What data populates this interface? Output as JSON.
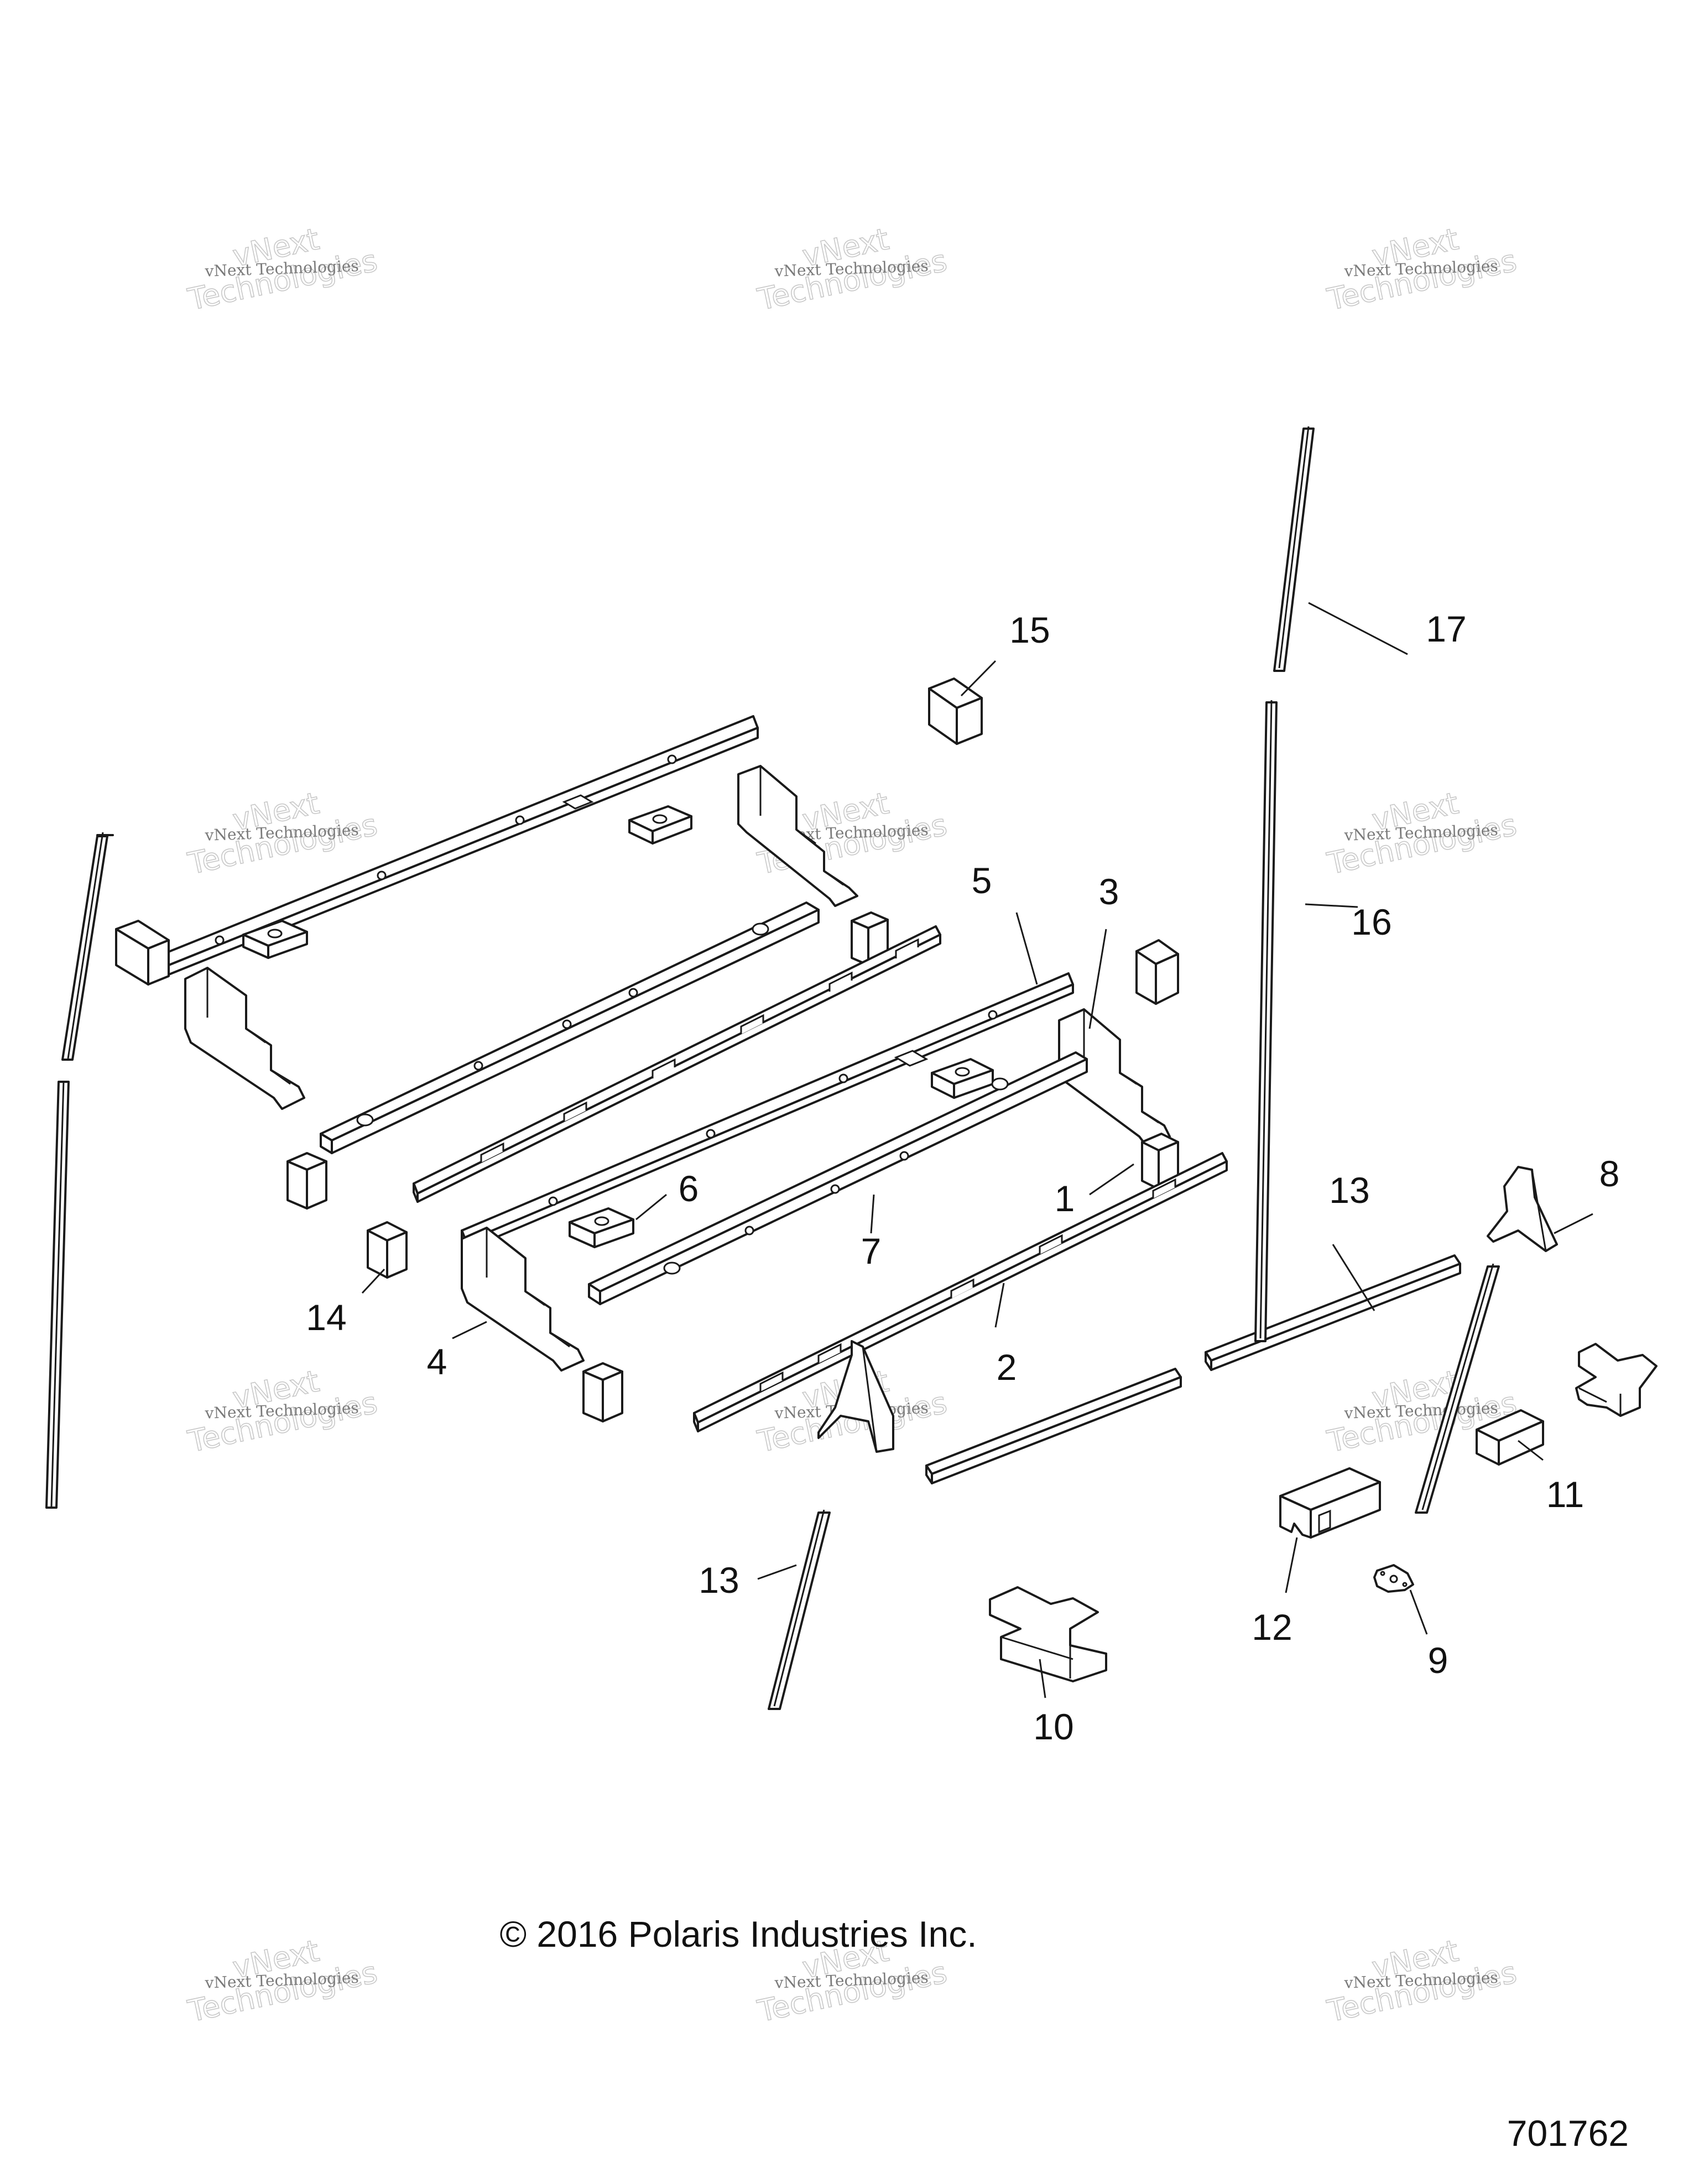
{
  "callouts": {
    "c1": "1",
    "c2": "2",
    "c3": "3",
    "c4": "4",
    "c5": "5",
    "c6": "6",
    "c7": "7",
    "c8": "8",
    "c9": "9",
    "c10": "10",
    "c11": "11",
    "c12": "12",
    "c13a": "13",
    "c13b": "13",
    "c14": "14",
    "c15": "15",
    "c16": "16",
    "c17": "17"
  },
  "watermark": {
    "line1": "vNext Technologies",
    "line2": "vNext",
    "line3": "Technologies"
  },
  "copyright": "© 2016 Polaris Industries Inc.",
  "figure_number": "701762"
}
